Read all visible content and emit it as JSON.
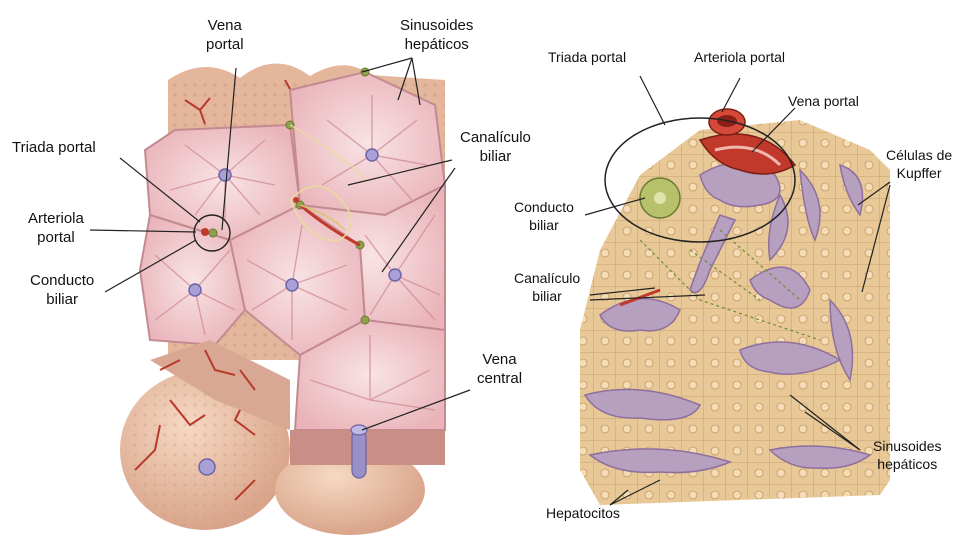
{
  "left_panel": {
    "labels": {
      "vena_portal": [
        "Vena",
        "portal"
      ],
      "sinusoides_hepaticos": [
        "Sinusoides",
        "hepáticos"
      ],
      "triada_portal": [
        "Triada portal"
      ],
      "canaliculo_biliar": [
        "Canalículo",
        "biliar"
      ],
      "arteriola_portal": [
        "Arteriola",
        "portal"
      ],
      "conducto_biliar": [
        "Conducto",
        "biliar"
      ],
      "vena_central": [
        "Vena",
        "central"
      ]
    }
  },
  "right_panel": {
    "labels": {
      "triada_portal": [
        "Triada portal"
      ],
      "arteriola_portal": [
        "Arteriola portal"
      ],
      "vena_portal": [
        "Vena portal"
      ],
      "celulas_kupffer": [
        "Células de",
        "Kupffer"
      ],
      "conducto_biliar": [
        "Conducto",
        "biliar"
      ],
      "canaliculo_biliar": [
        "Canalículo",
        "biliar"
      ],
      "sinusoides_hepaticos": [
        "Sinusoides",
        "hepáticos"
      ],
      "hepatocitos": [
        "Hepatocitos"
      ]
    }
  },
  "colors": {
    "lobule_pink": "#efc4c8",
    "tissue_tan": "#e7c9a0",
    "vessel_red": "#c0392b",
    "vein_purple": "#8e7fb5",
    "bile_green": "#9aa84a"
  }
}
